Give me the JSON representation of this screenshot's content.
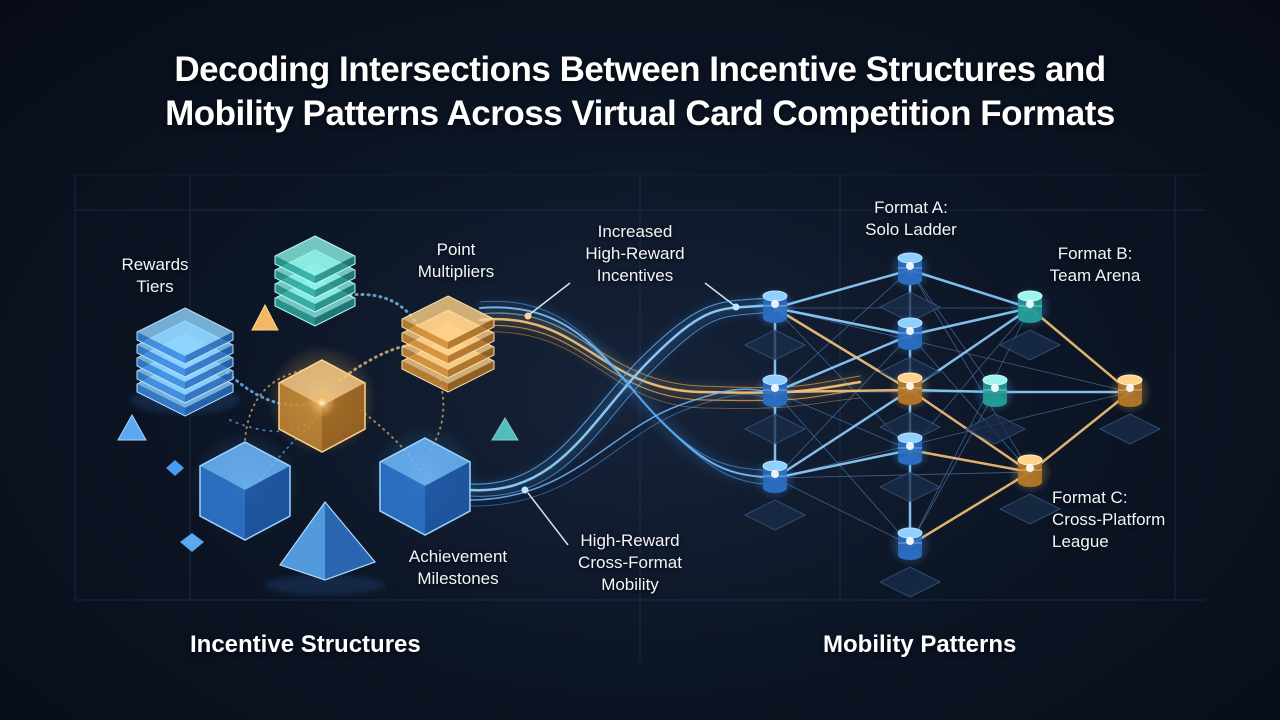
{
  "title": {
    "line1": "Decoding Intersections Between Incentive Structures and",
    "line2": "Mobility Patterns Across Virtual Card Competition Formats"
  },
  "incentives": {
    "rewards_tiers": [
      "Rewards",
      "Tiers"
    ],
    "point_multipliers": [
      "Point",
      "Multipliers"
    ],
    "achievement_milestones": [
      "Achievement",
      "Milestones"
    ]
  },
  "flows": {
    "increased": [
      "Increased",
      "High-Reward",
      "Incentives"
    ],
    "mobility": [
      "High-Reward",
      "Cross-Format",
      "Mobility"
    ]
  },
  "formats": {
    "a": [
      "Format A:",
      "Solo Ladder"
    ],
    "b": [
      "Format B:",
      "Team Arena"
    ],
    "c": [
      "Format C:",
      "Cross-Platform",
      "League"
    ]
  },
  "sections": {
    "left": "Incentive Structures",
    "right": "Mobility Patterns"
  },
  "colors": {
    "blue": "#4aa8ff",
    "cyan": "#5ee6e0",
    "gold": "#f0b860",
    "background": "#0d1626"
  }
}
